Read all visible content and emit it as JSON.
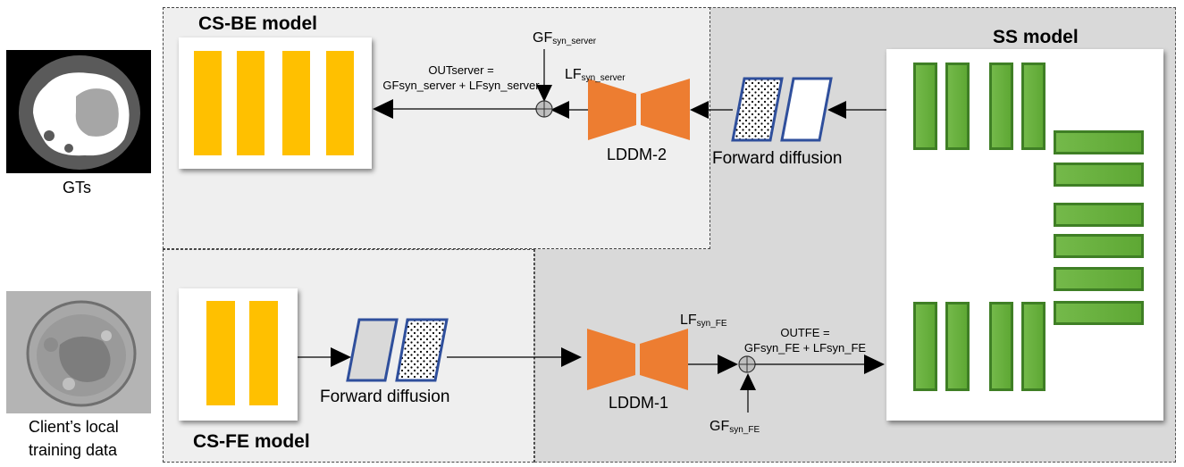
{
  "gts_caption": "GTs",
  "client_caption_line1": "Client’s local",
  "client_caption_line2": "training data",
  "cs_be_title": "CS-BE model",
  "cs_fe_title": "CS-FE model",
  "ss_title": "SS model",
  "lddm2_label": "LDDM-2",
  "lddm1_label": "LDDM-1",
  "forward_diffusion_top": "Forward diffusion",
  "forward_diffusion_bottom": "Forward diffusion",
  "gf_server": {
    "main": "GF",
    "sub": "syn_server"
  },
  "lf_server": {
    "main": "LF",
    "sub": "syn_server"
  },
  "out_server": {
    "line1_main": "OUT",
    "line1_sub": "server",
    "line1_tail": " =",
    "gf_main": "GF",
    "gf_sub": "syn_server",
    "plus": " + ",
    "lf_main": "LF",
    "lf_sub": "syn_server"
  },
  "lf_fe": {
    "main": "LF",
    "sub": "syn_FE"
  },
  "gf_fe": {
    "main": "GF",
    "sub": "syn_FE"
  },
  "out_fe": {
    "line1_main": "OUT",
    "line1_sub": "FE",
    "line1_tail": " =",
    "gf_main": "GF",
    "gf_sub": "syn_FE",
    "plus": " + ",
    "lf_main": "LF",
    "lf_sub": "syn_FE"
  },
  "colors": {
    "yellow": "#ffc000",
    "green": "#5ea834",
    "orange": "#ed7d31",
    "blue": "#2f4f9c",
    "light_region": "#efefef",
    "dark_region": "#d9d9d9"
  }
}
